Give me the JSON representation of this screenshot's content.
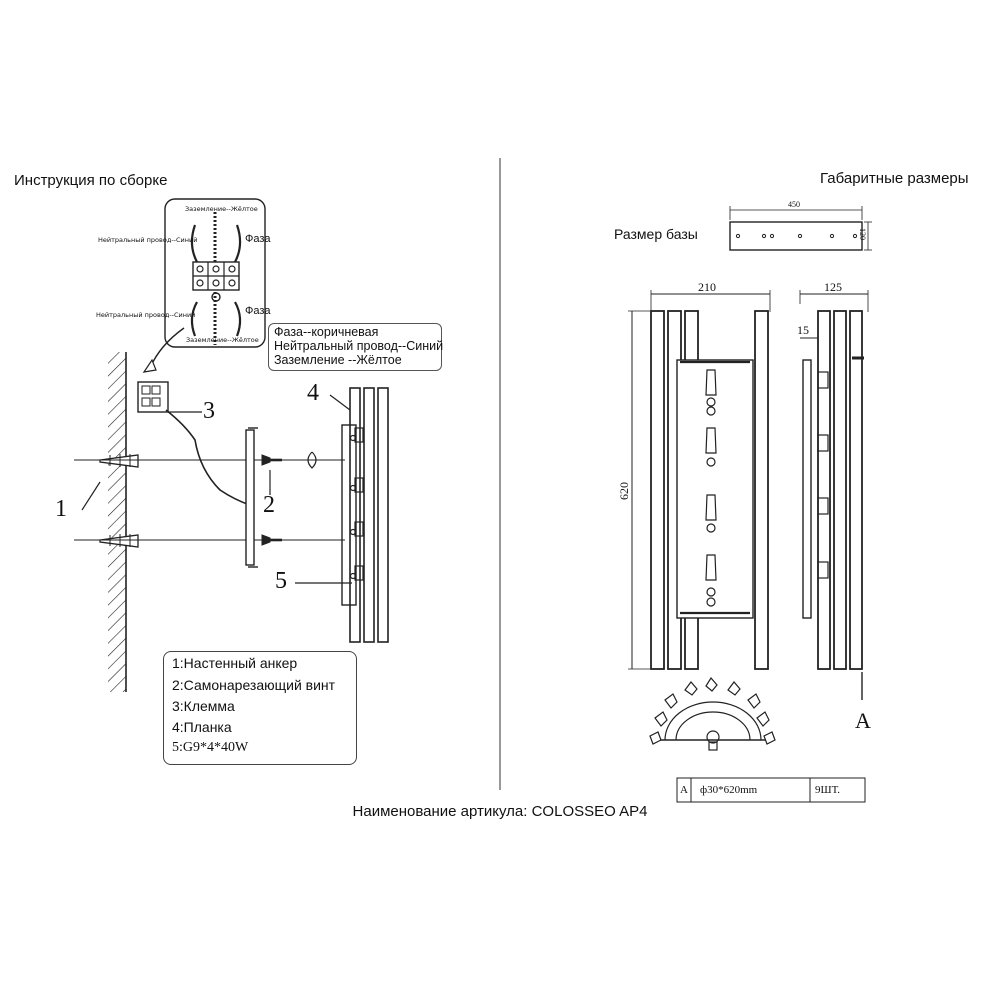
{
  "headings": {
    "assembly": "Инструкция по сборке",
    "dimensions": "Габаритные размеры",
    "base_size": "Размер базы"
  },
  "wiring_diagram": {
    "ground_top": "Заземление--Жёлтое",
    "ground_bottom": "Заземление--Жёлтое",
    "neutral_top": "Нейтральный провод--Синий",
    "neutral_bottom": "Нейтральный провод--Синий",
    "phase_top": "Фаза",
    "phase_bottom": "Фаза"
  },
  "wiring_legend": [
    "Фаза--коричневая",
    "Нейтральный провод--Синий",
    "Заземление --Жёлтое"
  ],
  "callouts": [
    "1",
    "2",
    "3",
    "4",
    "5"
  ],
  "parts_legend": [
    "1:Настенный анкер",
    "2:Самонарезающий винт",
    "3:Клемма",
    "4:Планка",
    "5:G9*4*40W"
  ],
  "dimensions": {
    "base_width": "450",
    "base_height": "120",
    "width": "210",
    "depth": "125",
    "offset": "15",
    "height": "620",
    "section_mark": "A"
  },
  "spec_table": {
    "mark": "A",
    "size": "ф30*620mm",
    "qty": "9ШТ."
  },
  "footer": "Наименование артикула: COLOSSEO AP4"
}
